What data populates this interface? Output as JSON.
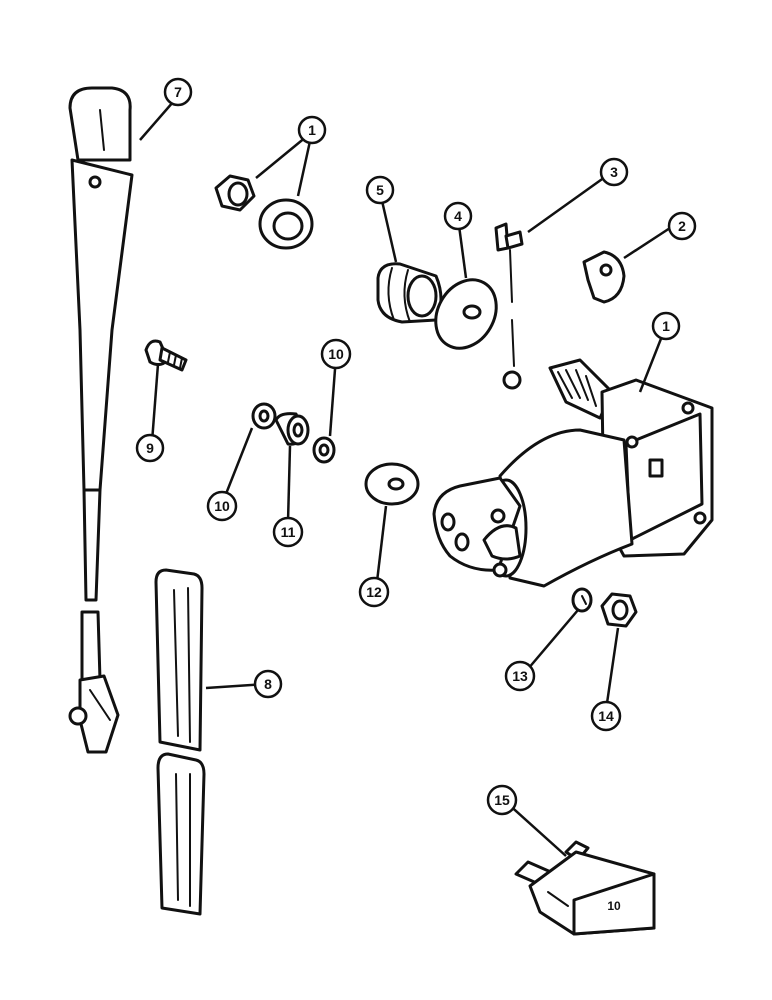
{
  "diagram": {
    "type": "exploded-parts-diagram",
    "callouts": [
      {
        "id": "c1a",
        "label": "1"
      },
      {
        "id": "c1b",
        "label": "1"
      },
      {
        "id": "c2",
        "label": "2"
      },
      {
        "id": "c3",
        "label": "3"
      },
      {
        "id": "c4",
        "label": "4"
      },
      {
        "id": "c5",
        "label": "5"
      },
      {
        "id": "c7",
        "label": "7"
      },
      {
        "id": "c8",
        "label": "8"
      },
      {
        "id": "c9",
        "label": "9"
      },
      {
        "id": "c10a",
        "label": "10"
      },
      {
        "id": "c10b",
        "label": "10"
      },
      {
        "id": "c11",
        "label": "11"
      },
      {
        "id": "c12",
        "label": "12"
      },
      {
        "id": "c13",
        "label": "13"
      },
      {
        "id": "c14",
        "label": "14"
      },
      {
        "id": "c15",
        "label": "15"
      }
    ],
    "fuse_marking": "10"
  }
}
